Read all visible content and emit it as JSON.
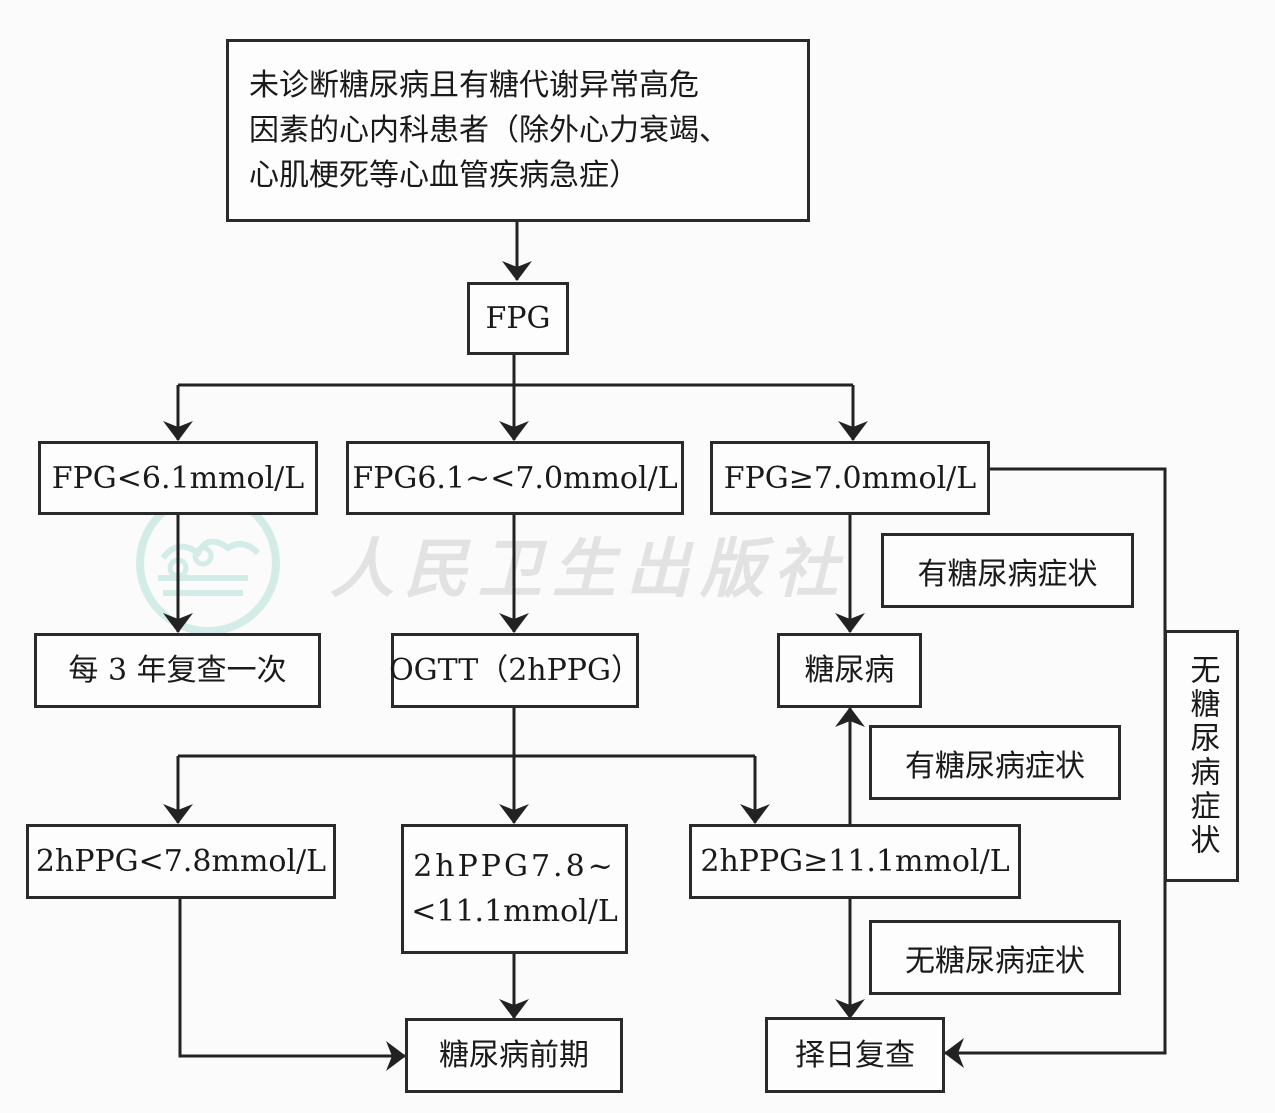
{
  "watermark": {
    "publisher_text": "人民卫生出版社",
    "logo": "cloud-circle-logo-icon",
    "logo_color": "#d4ece7",
    "text_color": "#e2e2e2"
  },
  "nodes": {
    "start": {
      "lines": [
        "未诊断糖尿病且有糖代谢异常高危",
        "因素的心内科患者（除外心力衰竭、",
        "心肌梗死等心血管疾病急症）"
      ]
    },
    "fpg": {
      "label": "FPG"
    },
    "fpg_low": {
      "label": "FPG<6.1mmol/L"
    },
    "fpg_mid": {
      "label": "FPG6.1~<7.0mmol/L"
    },
    "fpg_high": {
      "label": "FPG≥7.0mmol/L"
    },
    "recheck_3y": {
      "label": "每 3 年复查一次"
    },
    "ogtt": {
      "label": "OGTT（2hPPG）"
    },
    "diabetes": {
      "label": "糖尿病"
    },
    "ppg_low": {
      "label": "2hPPG<7.8mmol/L"
    },
    "ppg_mid": {
      "lines": [
        "2hPPG7.8~",
        "<11.1mmol/L"
      ]
    },
    "ppg_high": {
      "label": "2hPPG≥11.1mmol/L"
    },
    "prediabetes": {
      "label": "糖尿病前期"
    },
    "recheck_day": {
      "label": "择日复查"
    }
  },
  "edge_labels": {
    "symptoms_fpg": "有糖尿病症状",
    "symptoms_ppg": "有糖尿病症状",
    "no_symptoms_ppg": "无糖尿病症状",
    "no_symptoms_fpg": "无糖尿病症状"
  },
  "colors": {
    "line": "#222222",
    "border": "#2a2a2a",
    "background": "#fbfbfb"
  }
}
